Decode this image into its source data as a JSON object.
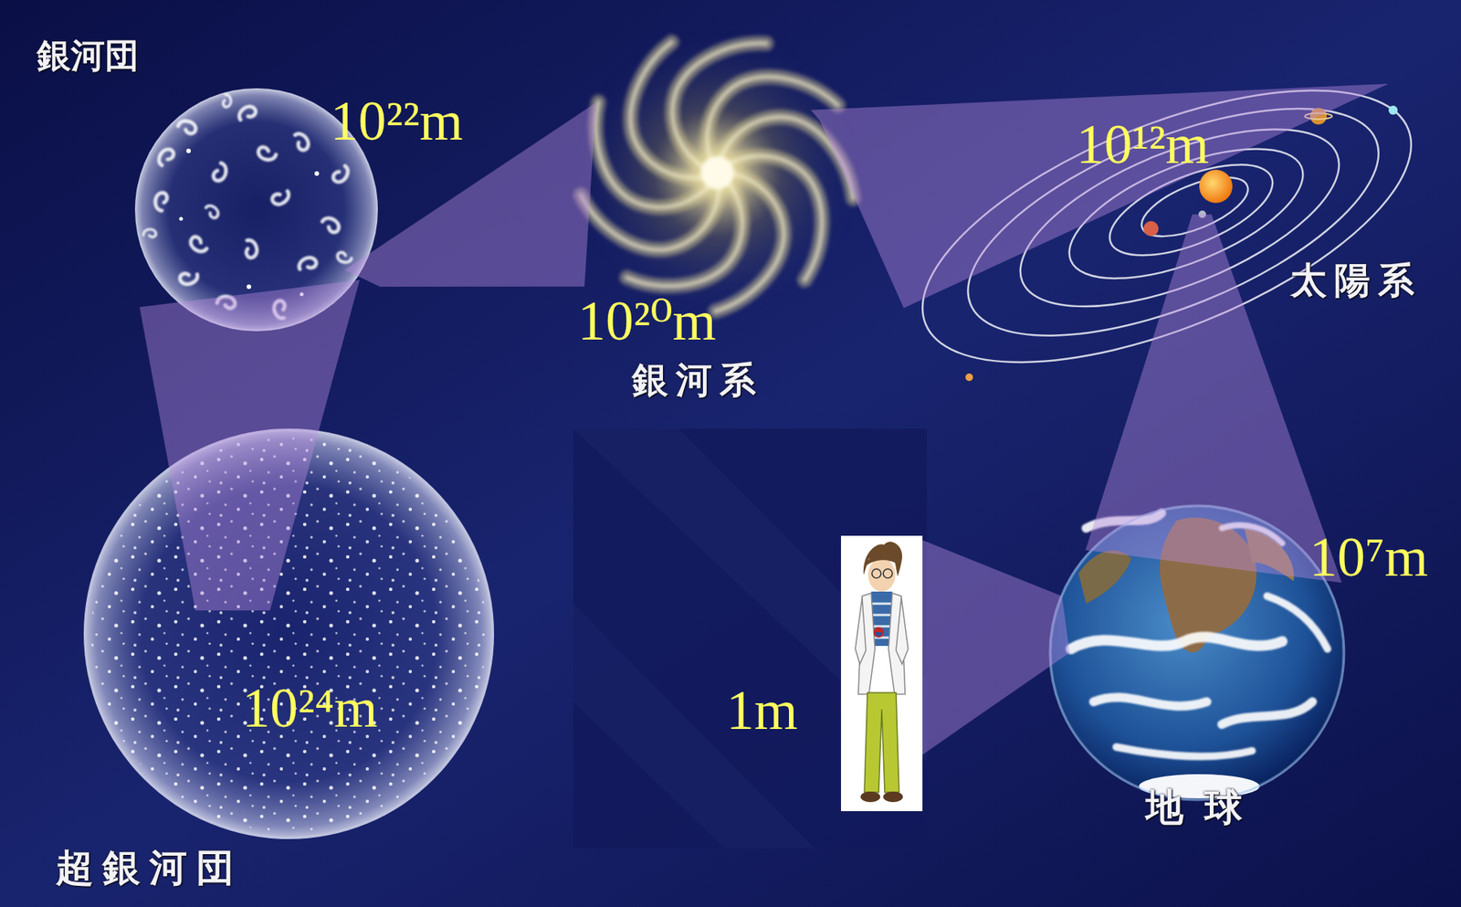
{
  "diagram": {
    "nodes": [
      {
        "text": [
          "銀河団",
          "10²²m"
        ]
      },
      {
        "text": [
          "10²⁰m",
          "銀河系"
        ]
      },
      {
        "text": [
          "10¹²m",
          "太陽系"
        ]
      },
      {
        "text": [
          "10²⁴m",
          "超銀河団"
        ]
      },
      {
        "text": [
          "1m"
        ]
      },
      {
        "text": [
          "10⁷m",
          "地球"
        ]
      }
    ],
    "edges": [
      {
        "from": 3,
        "to": 0,
        "arrow": "none"
      },
      {
        "from": 0,
        "to": 1,
        "arrow": "none"
      },
      {
        "from": 1,
        "to": 2,
        "arrow": "none"
      },
      {
        "from": 2,
        "to": 5,
        "arrow": "none"
      },
      {
        "from": 5,
        "to": 4,
        "arrow": "none"
      }
    ]
  }
}
